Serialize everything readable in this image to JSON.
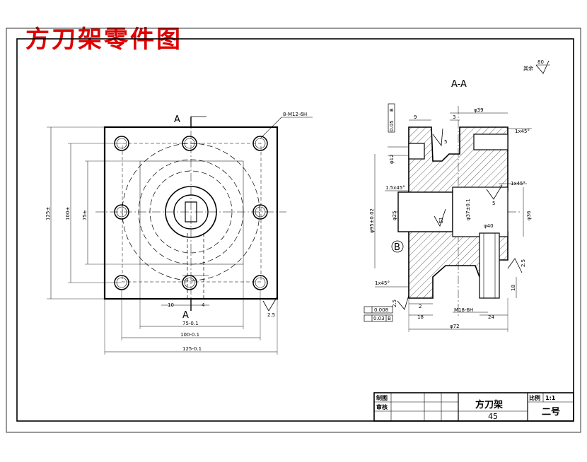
{
  "title": "方刀架零件图",
  "section_label": "A-A",
  "front_view": {
    "section_mark_top": "A",
    "section_mark_bottom": "A",
    "thread_note": "8-M12-6H",
    "dim_125_vertical": "125±",
    "dim_100_vertical": "100±",
    "dim_75_vertical": "75±",
    "dim_10": "10",
    "dim_4": "4",
    "dim_75_horizontal": "75-0.1",
    "dim_100_horizontal": "100-0.1",
    "dim_125_horizontal": "125-0.1",
    "roughness_25": "2.5"
  },
  "section_view": {
    "dim_39": "φ39",
    "dim_9": "9",
    "dim_3": "3",
    "chamfer_top": "1x45°",
    "roughness_5_top": "5",
    "dim_12": "φ12",
    "chamfer_mid_right": "1x45°",
    "chamfer_left": "1.5x45°",
    "dim_95": "φ95±0.02",
    "dim_25": "φ25",
    "dim_37": "φ37±0.1",
    "dim_36": "φ36",
    "roughness_5_mid": "5",
    "roughness_e1": "E1",
    "dim_40": "φ40",
    "datum_b": "B",
    "chamfer_bottom": "1x45°",
    "roughness_25_left": "2.5",
    "roughness_25_right": "2.5",
    "dim_2": "2",
    "dim_18": "18",
    "dim_18_right": "18",
    "thread_m18": "M18-6H",
    "dim_24": "24",
    "dim_72": "φ72",
    "flatness_value": "0.008",
    "perp_value": "0.03",
    "perp_datum": "B",
    "parallel_top": "0.05",
    "parallel_top_datum": "B"
  },
  "roughness_corner": {
    "label": "其余",
    "value": "80"
  },
  "title_block": {
    "drawn_by": "制图",
    "checked_by": "审核",
    "part_name": "方刀架",
    "material": "45",
    "scale_label": "比例",
    "scale_value": "1:1",
    "sheet": "二号"
  }
}
